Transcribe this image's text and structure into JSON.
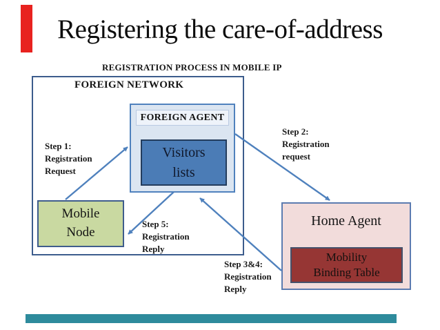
{
  "slide": {
    "title": "Registering the care-of-address",
    "diagram_caption": "REGISTRATION PROCESS IN MOBILE IP"
  },
  "diagram": {
    "foreign_network": {
      "label": "FOREIGN NETWORK"
    },
    "foreign_agent": {
      "label": "FOREIGN AGENT",
      "visitors_lists": "Visitors\nlists"
    },
    "mobile_node": {
      "label": "Mobile\nNode"
    },
    "home_agent": {
      "label": "Home Agent",
      "mobility_binding_table": "Mobility\nBinding Table"
    },
    "steps": {
      "step1": "Step 1:\nRegistration\nRequest",
      "step2": "Step 2:\nRegistration\nrequest",
      "step5": "Step 5:\nRegistration\nReply",
      "step34": "Step 3&4:\nRegistration\nReply"
    }
  },
  "colors": {
    "red_accent_bar": "#e8221f",
    "teal_footer_bar": "#2e8b9c",
    "arrow_blue": "#4f81bd",
    "foreign_network_border": "#3c5c8c",
    "foreign_agent_fill": "#dbe5f1",
    "foreign_agent_border": "#4f81bd",
    "visitors_fill": "#4b7cb6",
    "mobile_node_fill": "#c9d9a1",
    "home_agent_fill": "#f2dcdb",
    "mobility_table_fill": "#963634"
  }
}
